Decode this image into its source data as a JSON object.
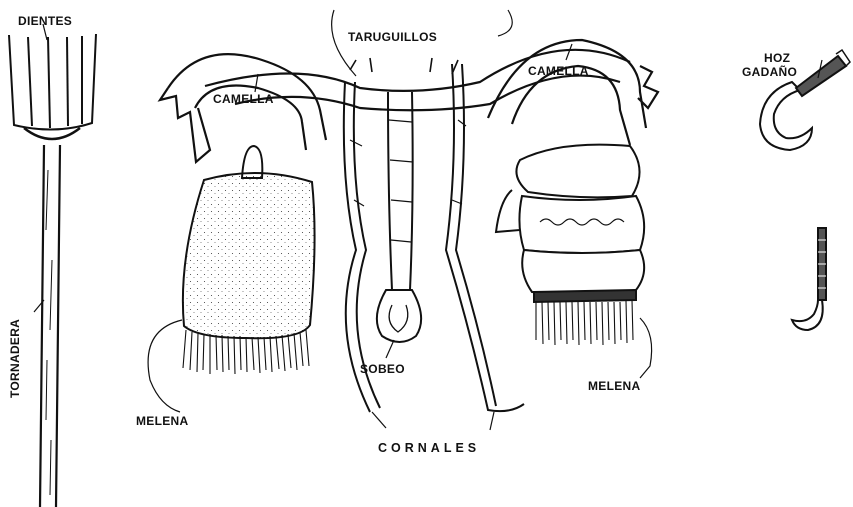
{
  "labels": {
    "dientes": "DIENTES",
    "taruguillos": "TARUGUILLOS",
    "camella_left": "CAMELLA",
    "camella_right": "CAMELLA",
    "hoz": "HOZ",
    "gadano": "GADAÑO",
    "tornadera": "TORNADERA",
    "melena_left": "MELENA",
    "melena_right": "MELENA",
    "sobeo": "SOBEO",
    "cornales": "CORNALES"
  },
  "colors": {
    "ink": "#111111",
    "paper": "#ffffff"
  }
}
